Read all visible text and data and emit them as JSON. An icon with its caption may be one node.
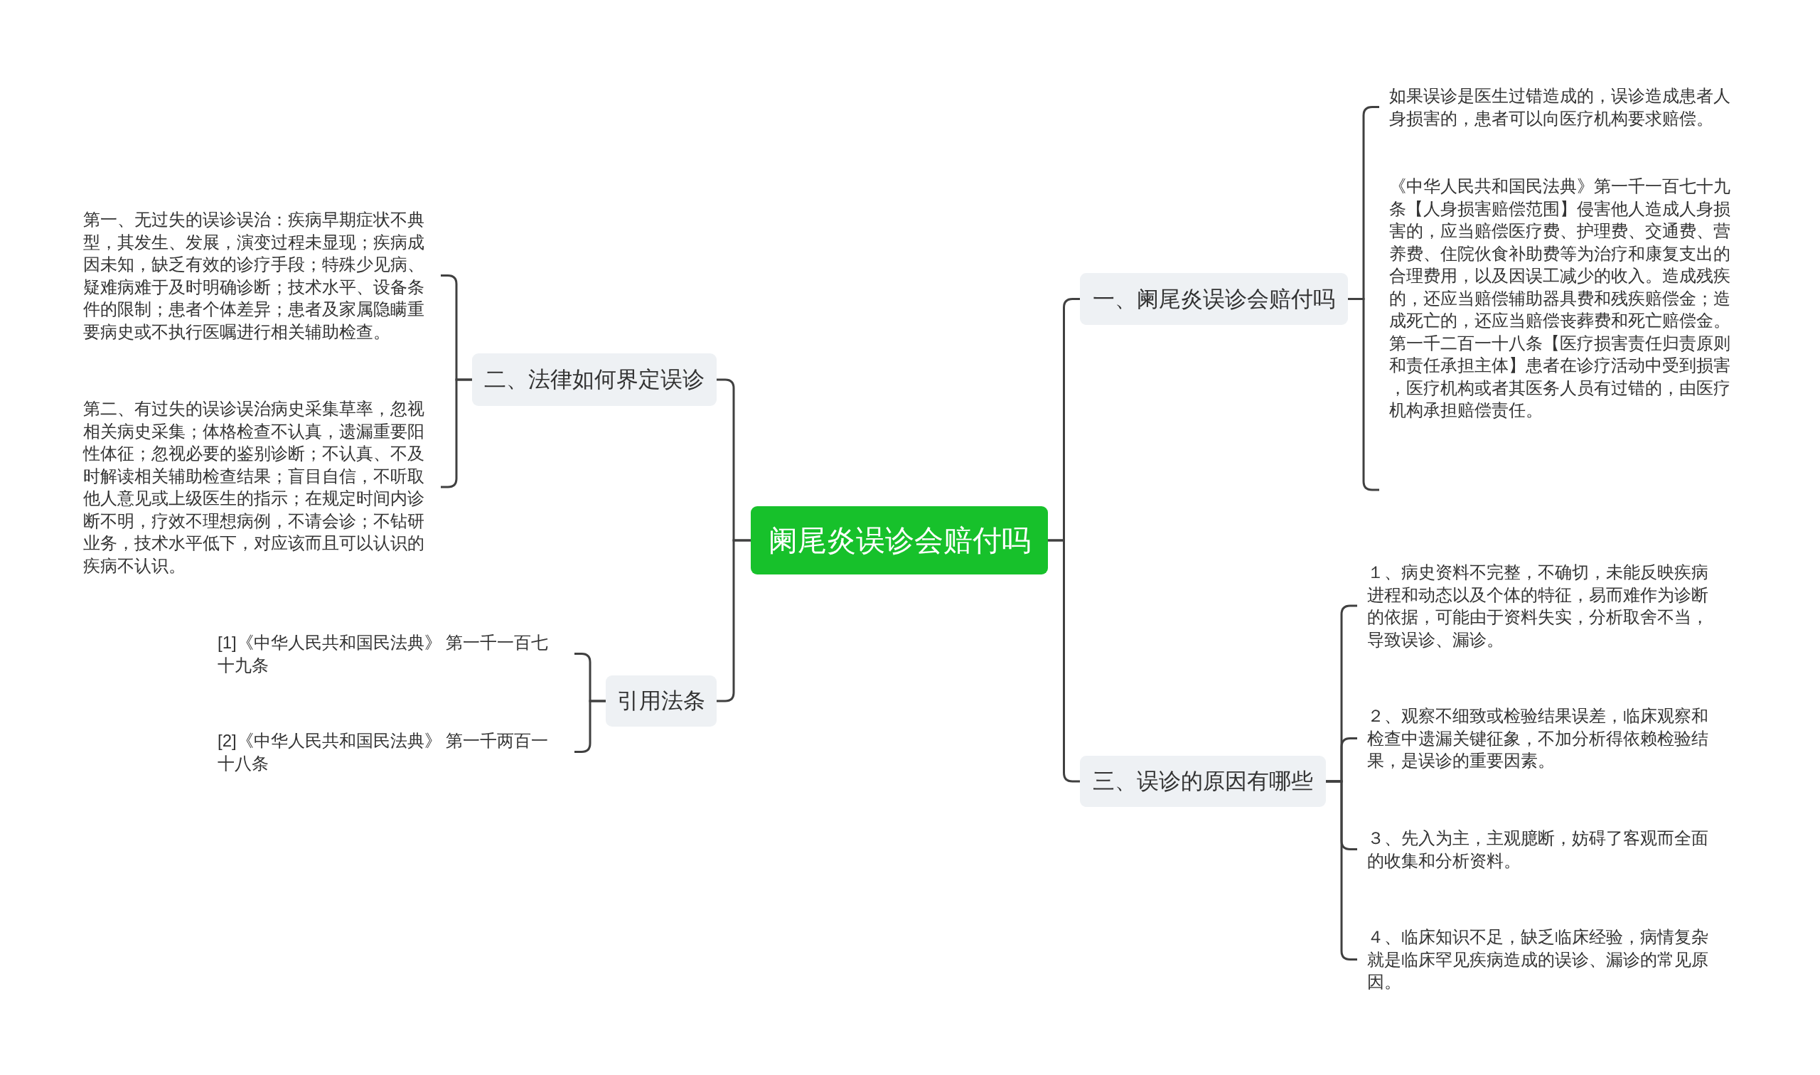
{
  "diagram": {
    "nodes": [
      {
        "text": [
          "阑尾炎误诊会赔付吗"
        ]
      },
      {
        "text": [
          "一、阑尾炎误诊会赔付吗"
        ]
      },
      {
        "text": [
          "如果误诊是医生过错造成的，误诊造成患者人身损害的，患者可以向医疗机构要求赔偿。"
        ]
      },
      {
        "text": [
          "《中华人民共和国民法典》第一千一百七十九条【人身损害赔偿范围】侵害他人造成人身损害的，应当赔偿医疗费、护理费、交通费、营养费、住院伙食补助费等为治疗和康复支出的合理费用，以及因误工减少的收入。造成残疾的，还应当赔偿辅助器具费和残疾赔偿金；造成死亡的，还应当赔偿丧葬费和死亡赔偿金。第一千二百一十八条【医疗损害责任归责原则和责任承担主体】患者在诊疗活动中受到损害，医疗机构或者其医务人员有过错的，由医疗机构承担赔偿责任。"
        ]
      },
      {
        "text": [
          "二、法律如何界定误诊"
        ]
      },
      {
        "text": [
          "第一、无过失的误诊误治：疾病早期症状不典型，其发生、发展，演变过程未显现；疾病成因未知，缺乏有效的诊疗手段；特殊少见病、疑难病难于及时明确诊断；技术水平、设备条件的限制；患者个体差异；患者及家属隐瞒重要病史或不执行医嘱进行相关辅助检查。"
        ]
      },
      {
        "text": [
          "第二、有过失的误诊误治病史采集草率，忽视相关病史采集；体格检查不认真，遗漏重要阳性体征；忽视必要的鉴别诊断；不认真、不及时解读相关辅助检查结果；盲目自信，不听取他人意见或上级医生的指示；在规定时间内诊断不明，疗效不理想病例，不请会诊；不钻研业务，技术水平低下，对应该而且可以认识的疾病不认识。"
        ]
      },
      {
        "text": [
          "三、误诊的原因有哪些"
        ]
      },
      {
        "text": [
          "１、病史资料不完整，不确切，未能反映疾病进程和动态以及个体的特征，易而难作为诊断的依据，可能由于资料失实，分析取舍不当，导致误诊、漏诊。"
        ]
      },
      {
        "text": [
          "２、观察不细致或检验结果误差，临床观察和检查中遗漏关键征象，不加分析得依赖检验结果，是误诊的重要因素。"
        ]
      },
      {
        "text": [
          "３、先入为主，主观臆断，妨碍了客观而全面的收集和分析资料。"
        ]
      },
      {
        "text": [
          "４、临床知识不足，缺乏临床经验，病情复杂就是临床罕见疾病造成的误诊、漏诊的常见原因。"
        ]
      },
      {
        "text": [
          "引用法条"
        ]
      },
      {
        "text": [
          "[1]《中华人民共和国民法典》 第一千一百七十九条"
        ]
      },
      {
        "text": [
          "[2]《中华人民共和国民法典》 第一千两百一十八条"
        ]
      }
    ],
    "edges": [
      {
        "from": 0,
        "to": 1,
        "arrow": "none"
      },
      {
        "from": 1,
        "to": 2,
        "arrow": "none"
      },
      {
        "from": 1,
        "to": 3,
        "arrow": "none"
      },
      {
        "from": 0,
        "to": 4,
        "arrow": "none"
      },
      {
        "from": 4,
        "to": 5,
        "arrow": "none"
      },
      {
        "from": 4,
        "to": 6,
        "arrow": "none"
      },
      {
        "from": 0,
        "to": 7,
        "arrow": "none"
      },
      {
        "from": 7,
        "to": 8,
        "arrow": "none"
      },
      {
        "from": 7,
        "to": 9,
        "arrow": "none"
      },
      {
        "from": 7,
        "to": 10,
        "arrow": "none"
      },
      {
        "from": 7,
        "to": 11,
        "arrow": "none"
      },
      {
        "from": 0,
        "to": 12,
        "arrow": "none"
      },
      {
        "from": 12,
        "to": 13,
        "arrow": "none"
      },
      {
        "from": 12,
        "to": 14,
        "arrow": "none"
      }
    ]
  }
}
